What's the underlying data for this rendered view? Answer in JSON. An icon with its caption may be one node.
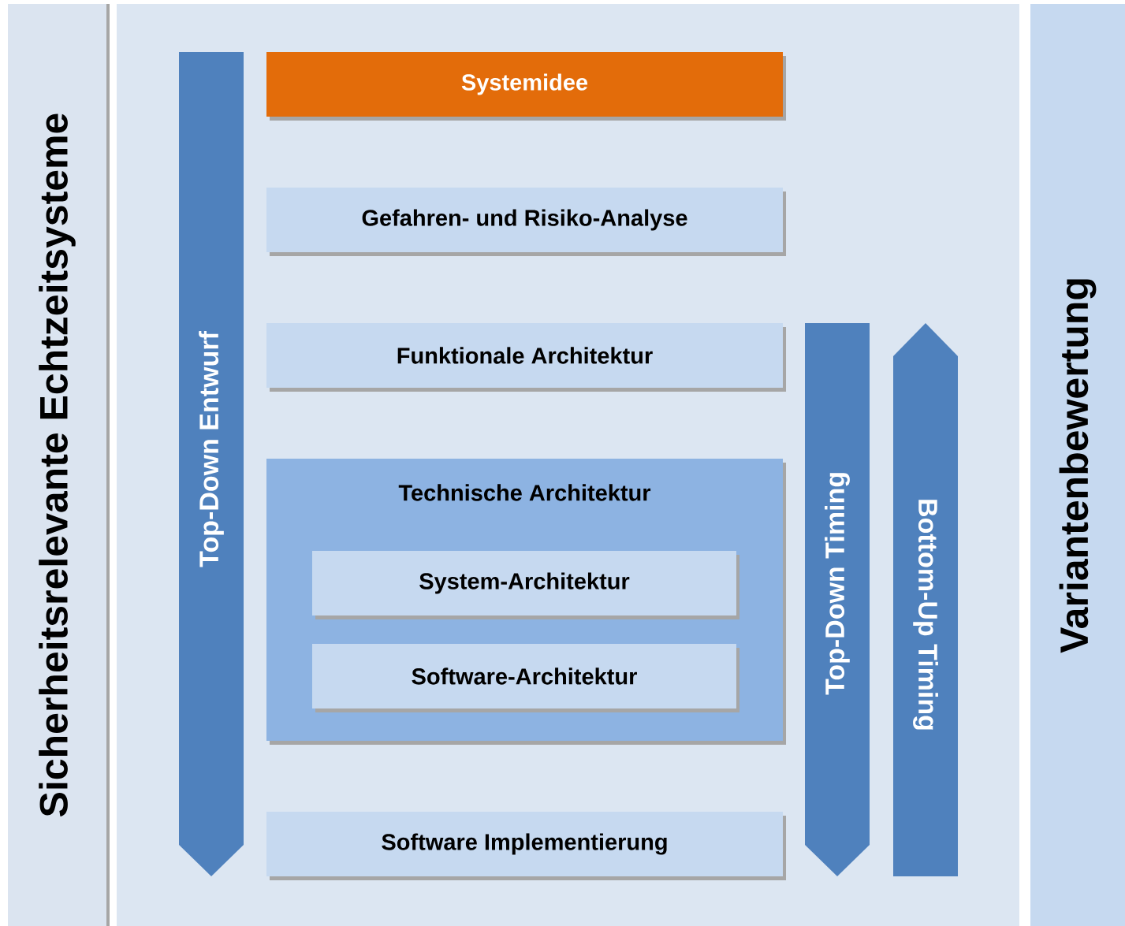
{
  "diagram": {
    "nodes": [
      {
        "text": [
          "Sicherheitsrelevante Echtzeitsysteme"
        ]
      },
      {
        "text": [
          "Top-Down Entwurf"
        ]
      },
      {
        "text": [
          "Systemidee"
        ]
      },
      {
        "text": [
          "Gefahren- und Risiko-Analyse"
        ]
      },
      {
        "text": [
          "Funktionale Architektur"
        ]
      },
      {
        "text": [
          "Technische Architektur"
        ]
      },
      {
        "text": [
          "System-Architektur"
        ],
        "in": 5
      },
      {
        "text": [
          "Software-Architektur"
        ],
        "in": 5
      },
      {
        "text": [
          "Software Implementierung"
        ]
      },
      {
        "text": [
          "Top-Down Timing"
        ]
      },
      {
        "text": [
          "Bottom-Up Timing"
        ]
      },
      {
        "text": [
          "Variantenbewertung"
        ]
      }
    ]
  }
}
